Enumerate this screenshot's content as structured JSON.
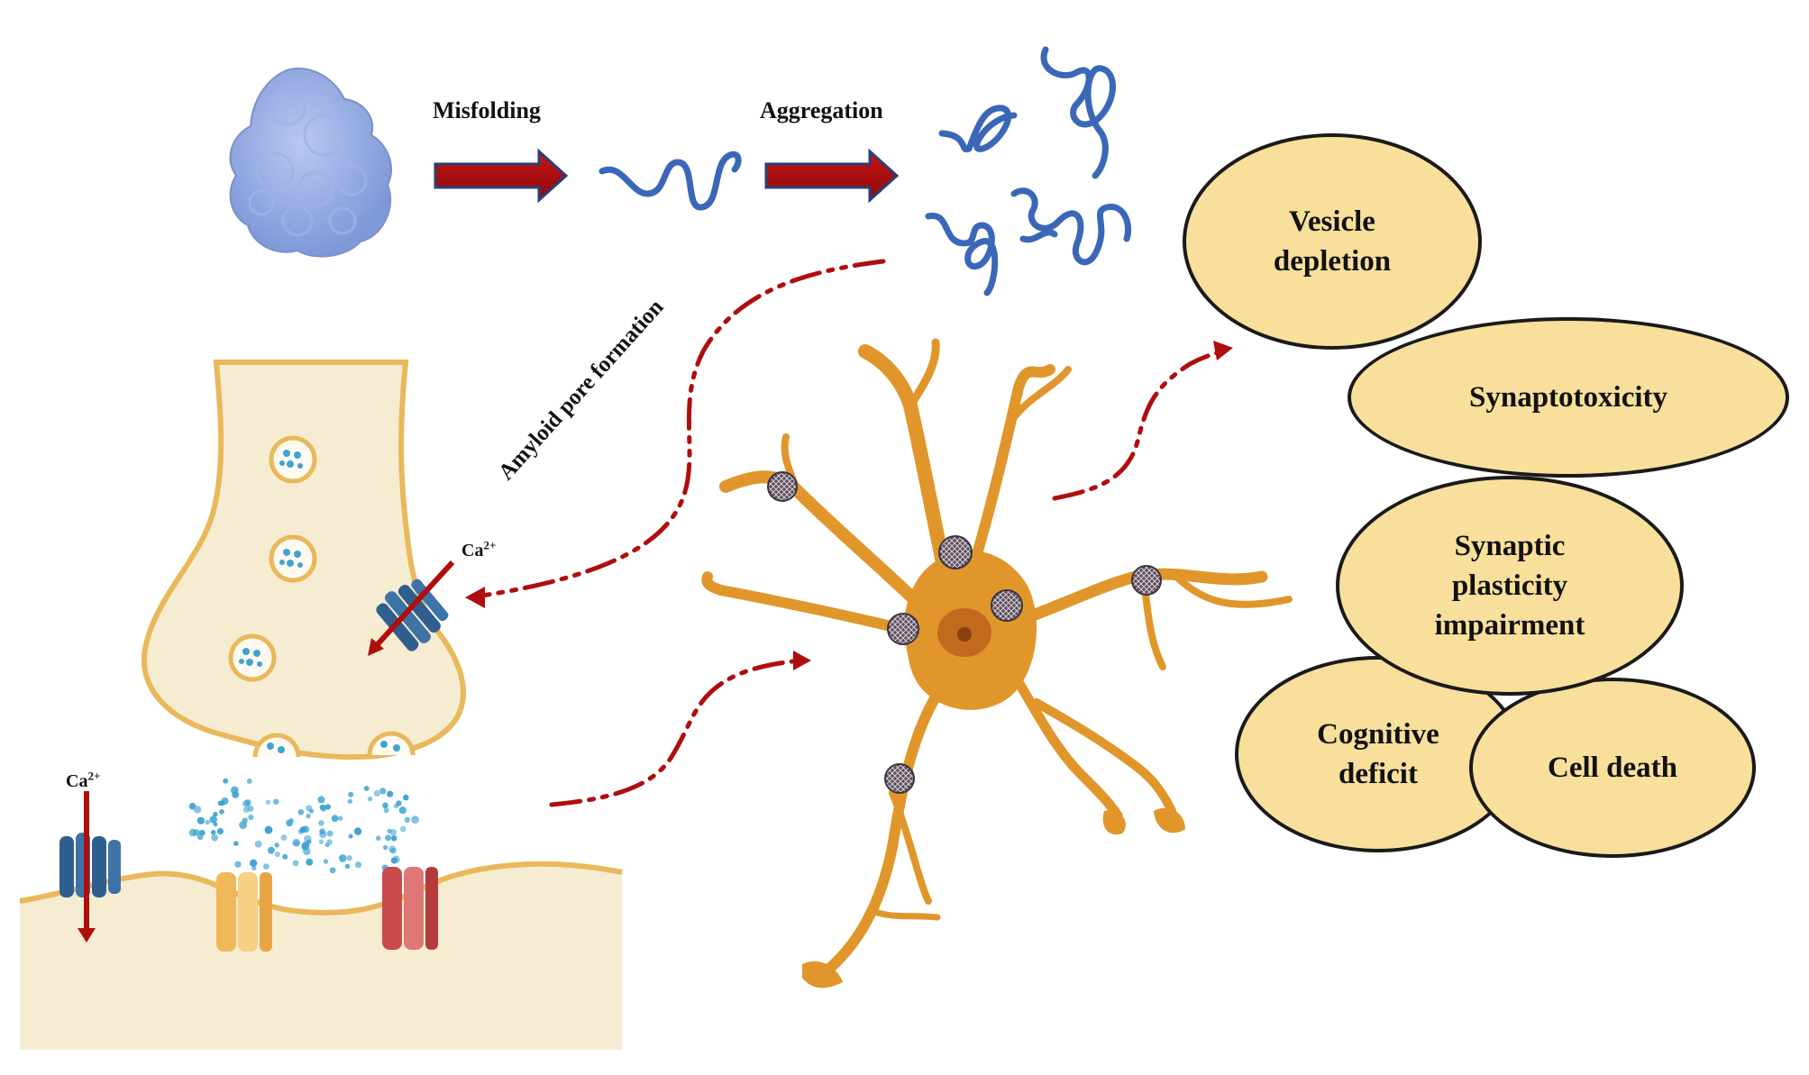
{
  "pathway": {
    "step1_label": "Misfolding",
    "step2_label": "Aggregation",
    "pore_label": "Amyloid pore formation"
  },
  "synapse": {
    "ca_label_presynaptic": "Ca",
    "ca_label_postsynaptic": "Ca",
    "ca_superscript": "2+"
  },
  "outcomes": [
    {
      "label": "Vesicle\ndepletion"
    },
    {
      "label": "Synaptotoxicity"
    },
    {
      "label": "Synaptic\nplasticity\nimpairment"
    },
    {
      "label": "Cell death"
    },
    {
      "label": "Cognitive\ndeficit"
    }
  ],
  "colors": {
    "protein": "#8fa8e3",
    "fibril": "#3a67b7",
    "arrow_red": "#b00d0d",
    "neuron": "#e0962a",
    "synapse_fill": "#f6ecd2",
    "synapse_outline": "#e9b85b",
    "outcome_fill": "#f8df9b"
  }
}
